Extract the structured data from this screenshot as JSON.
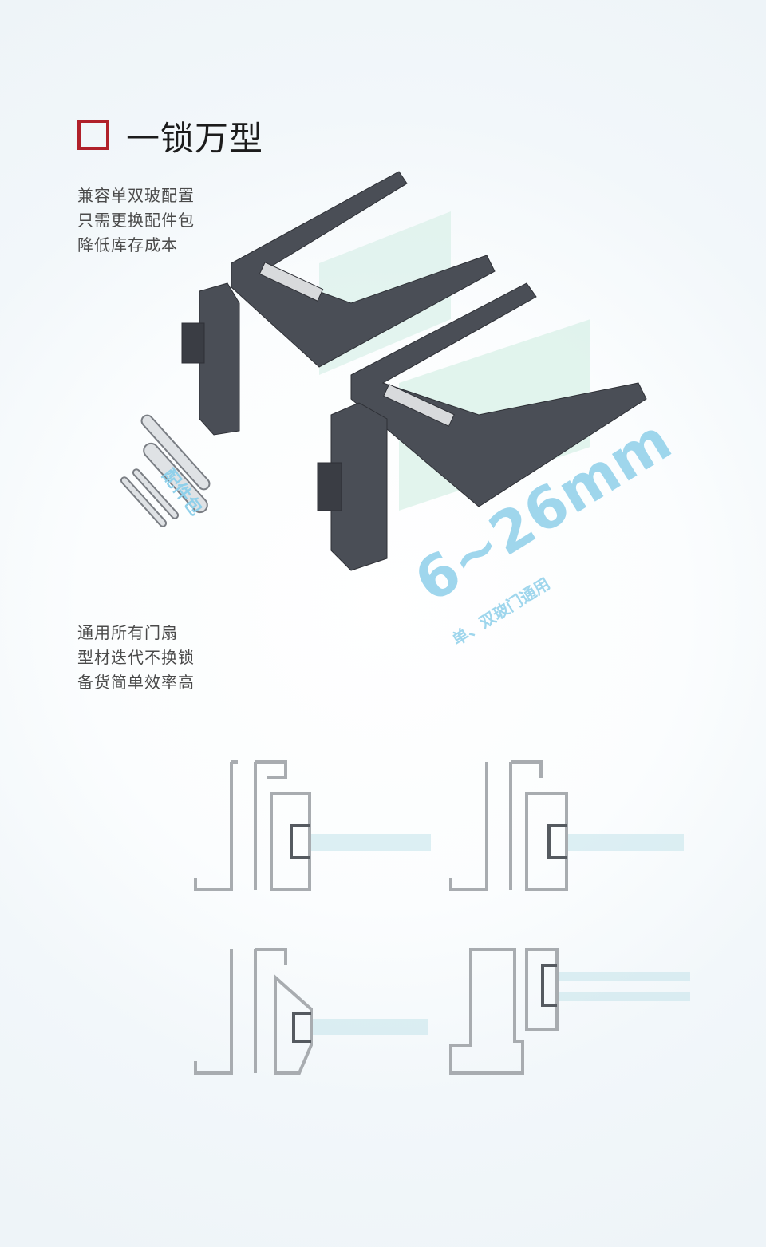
{
  "header": {
    "title": "一锁万型"
  },
  "block1": {
    "lines": [
      "兼容单双玻配置",
      "只需更换配件包",
      "降低库存成本"
    ]
  },
  "block2": {
    "lines": [
      "通用所有门扇",
      "型材迭代不换锁",
      "备货简单效率高"
    ]
  },
  "labels": {
    "kit": "配件包",
    "range": "6~26mm",
    "range_sub": "单、双玻门通用"
  },
  "colors": {
    "accent": "#b0202a",
    "label_blue": "#8fd0ea",
    "profile_gray": "#a8acb0",
    "body_dark": "#3c3f46"
  }
}
